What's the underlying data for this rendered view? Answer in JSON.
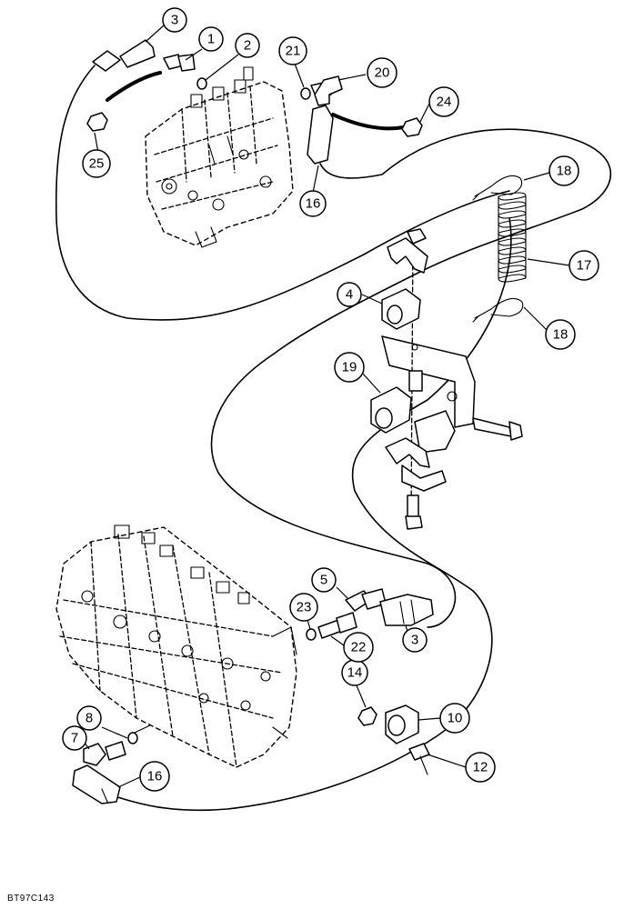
{
  "figure": {
    "reference_code": "BT97C143"
  },
  "callouts": [
    {
      "id": "c1",
      "label": "1"
    },
    {
      "id": "c2",
      "label": "2"
    },
    {
      "id": "c3a",
      "label": "3"
    },
    {
      "id": "c3b",
      "label": "3"
    },
    {
      "id": "c4",
      "label": "4"
    },
    {
      "id": "c5",
      "label": "5"
    },
    {
      "id": "c7",
      "label": "7"
    },
    {
      "id": "c8",
      "label": "8"
    },
    {
      "id": "c10",
      "label": "10"
    },
    {
      "id": "c12",
      "label": "12"
    },
    {
      "id": "c14",
      "label": "14"
    },
    {
      "id": "c16a",
      "label": "16"
    },
    {
      "id": "c16b",
      "label": "16"
    },
    {
      "id": "c17",
      "label": "17"
    },
    {
      "id": "c18a",
      "label": "18"
    },
    {
      "id": "c18b",
      "label": "18"
    },
    {
      "id": "c19",
      "label": "19"
    },
    {
      "id": "c20",
      "label": "20"
    },
    {
      "id": "c21",
      "label": "21"
    },
    {
      "id": "c22",
      "label": "22"
    },
    {
      "id": "c23",
      "label": "23"
    },
    {
      "id": "c24",
      "label": "24"
    },
    {
      "id": "c25",
      "label": "25"
    }
  ]
}
